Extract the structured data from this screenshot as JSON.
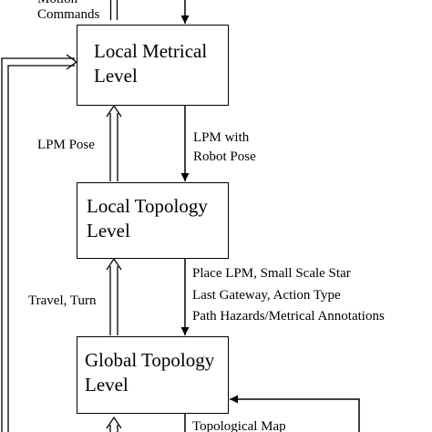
{
  "levels": {
    "local_metrical": "Local Metrical\nLevel",
    "local_topology": "Local Topology\nLevel",
    "global_topology": "Global Topology\nLevel"
  },
  "labels": {
    "motion_commands": "Motion\nCommands",
    "lpm_pose": "LPM Pose",
    "lpm_with_robot_pose": "LPM with\nRobot Pose",
    "travel_turn": "Travel, Turn",
    "place_info": [
      "Place LPM, Small Scale Star",
      "Last Gateway, Action Type",
      "Path Hazards/Metrical Annotations"
    ],
    "topological_map": "Topological Map"
  }
}
